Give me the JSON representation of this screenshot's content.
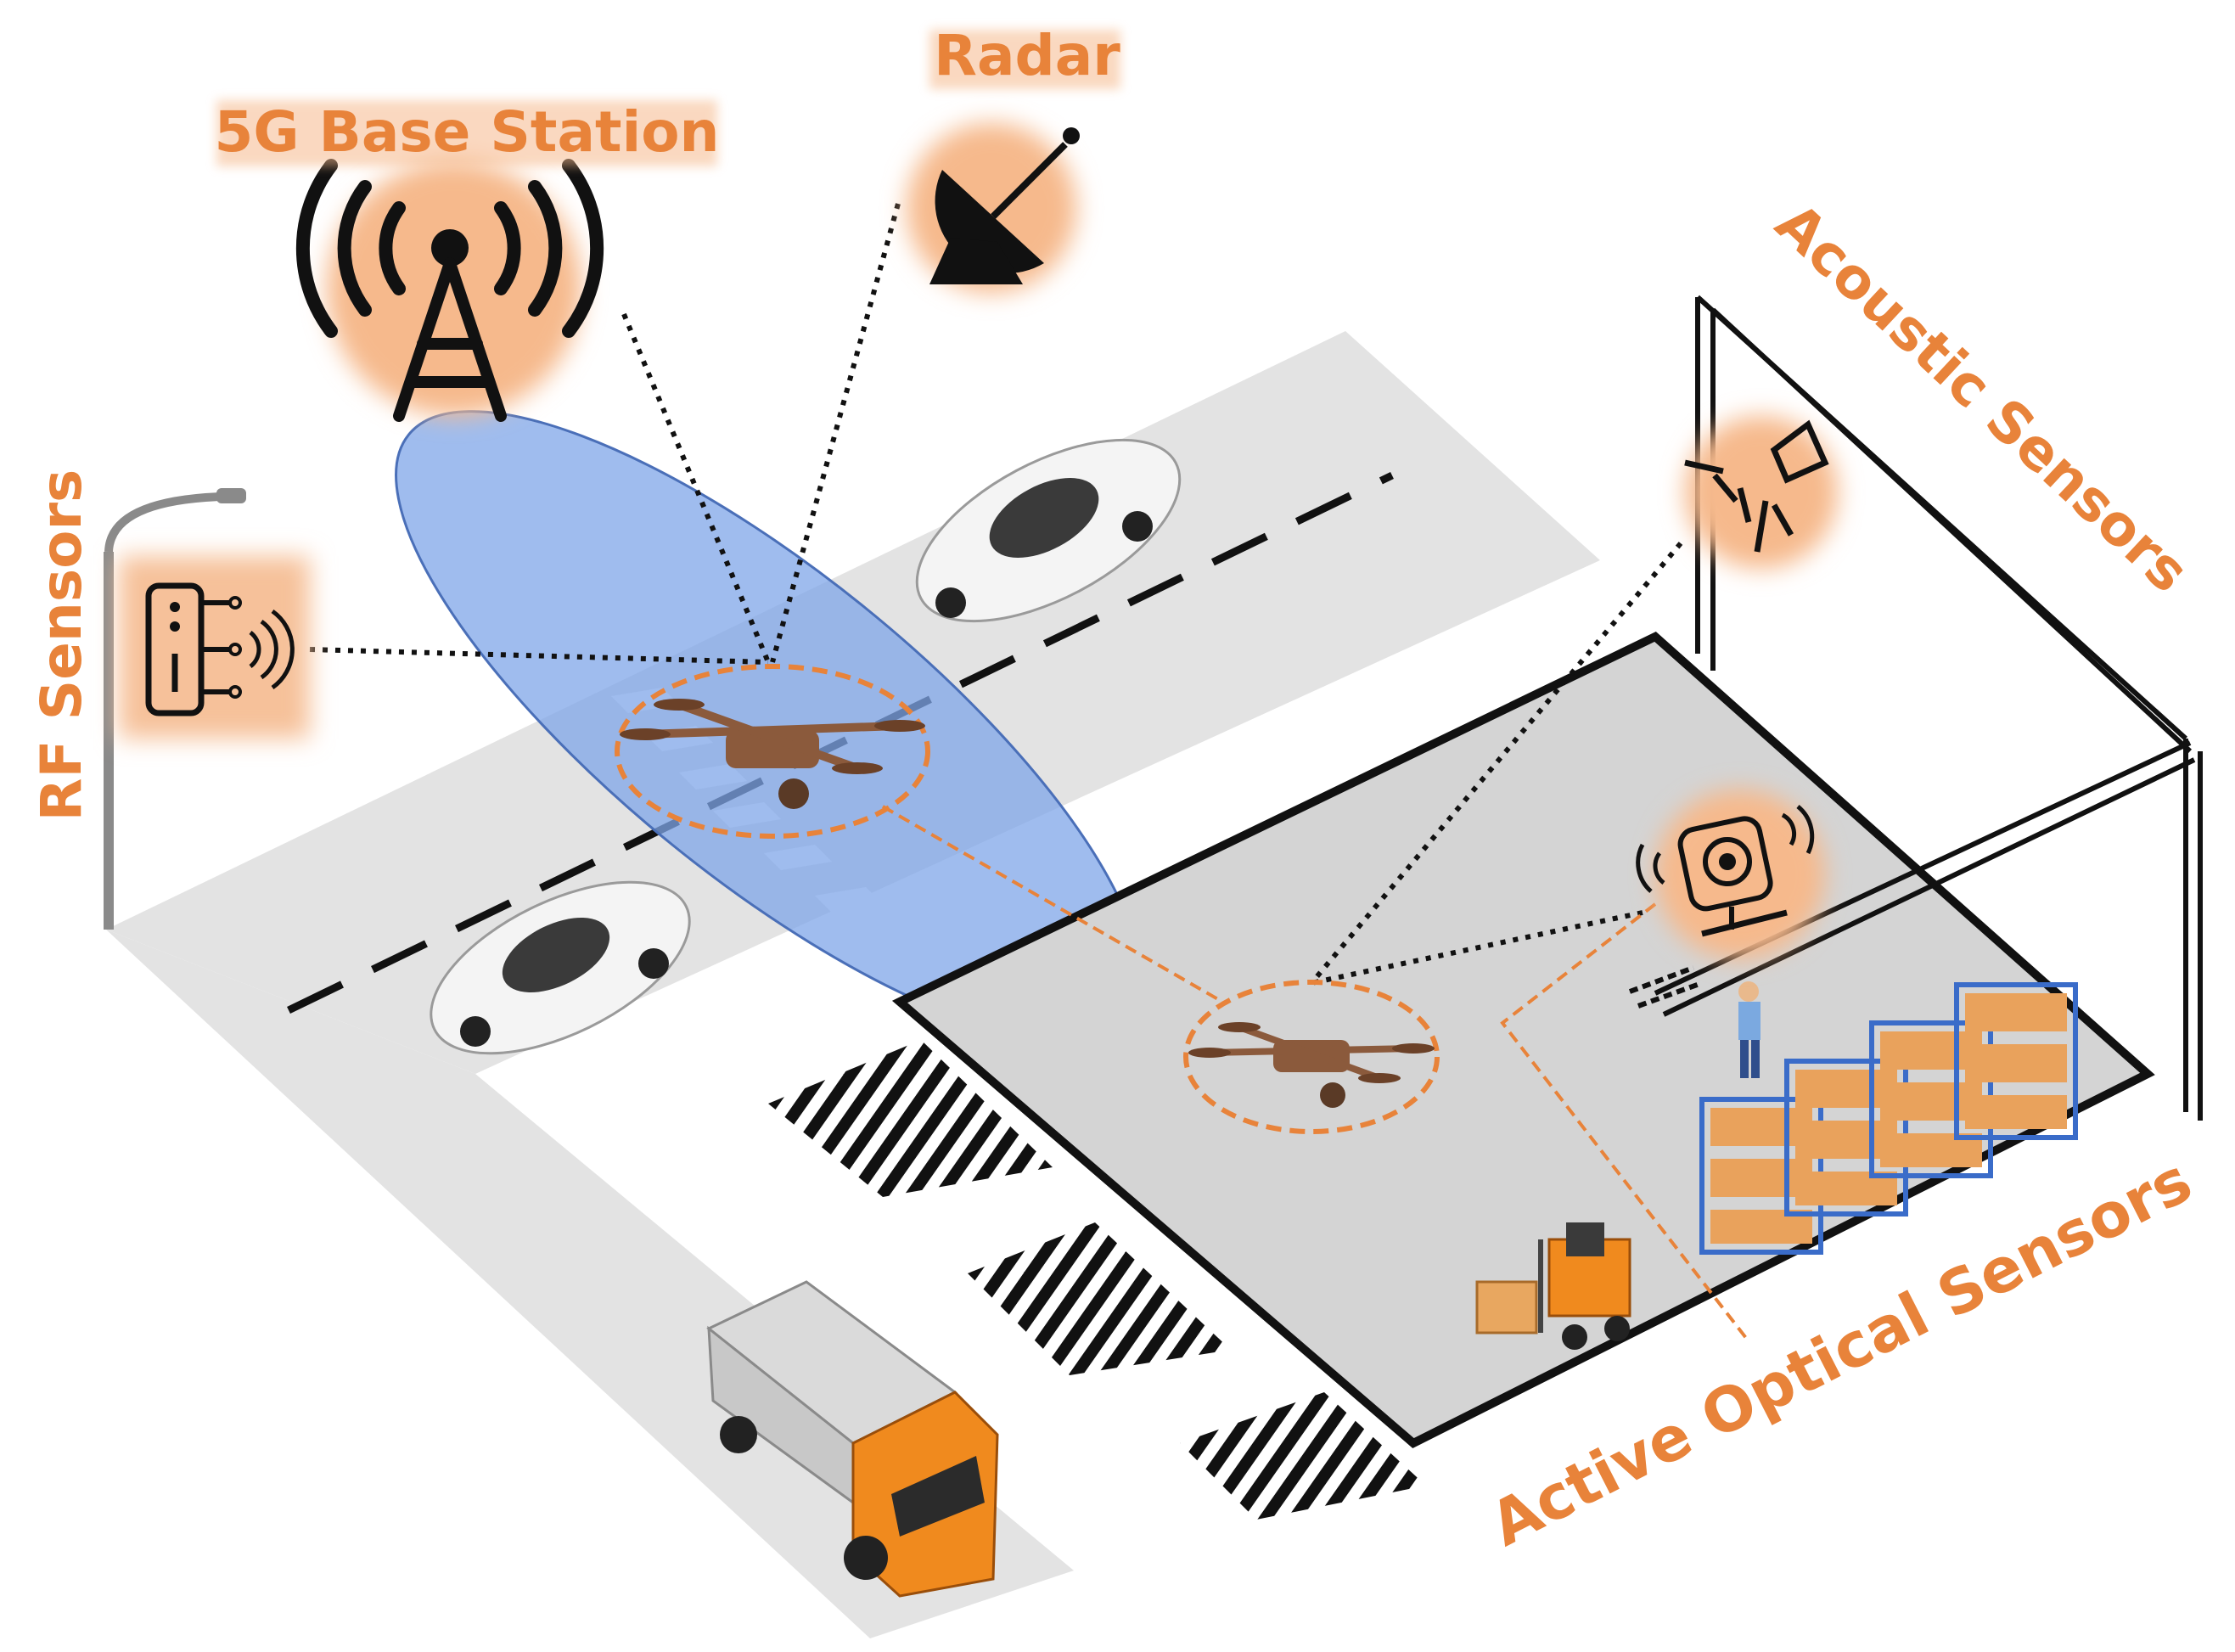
{
  "labels": {
    "radar": "Radar",
    "base_station": "5G Base Station",
    "rf_sensors": "RF Sensors",
    "acoustic_sensors": "Acoustic Sensors",
    "active_optical_sensors": "Active Optical Sensors"
  },
  "colors": {
    "accent": "#E8833A",
    "drone": "#8B5A3C",
    "radar_beam": "#7FA6E8",
    "road": "#E3E3E3",
    "warehouse_floor": "#D4D4D4"
  },
  "icons": [
    "radar-dish-icon",
    "cell-tower-icon",
    "rf-sensor-icon",
    "acoustic-sensor-icon",
    "optical-camera-icon"
  ]
}
